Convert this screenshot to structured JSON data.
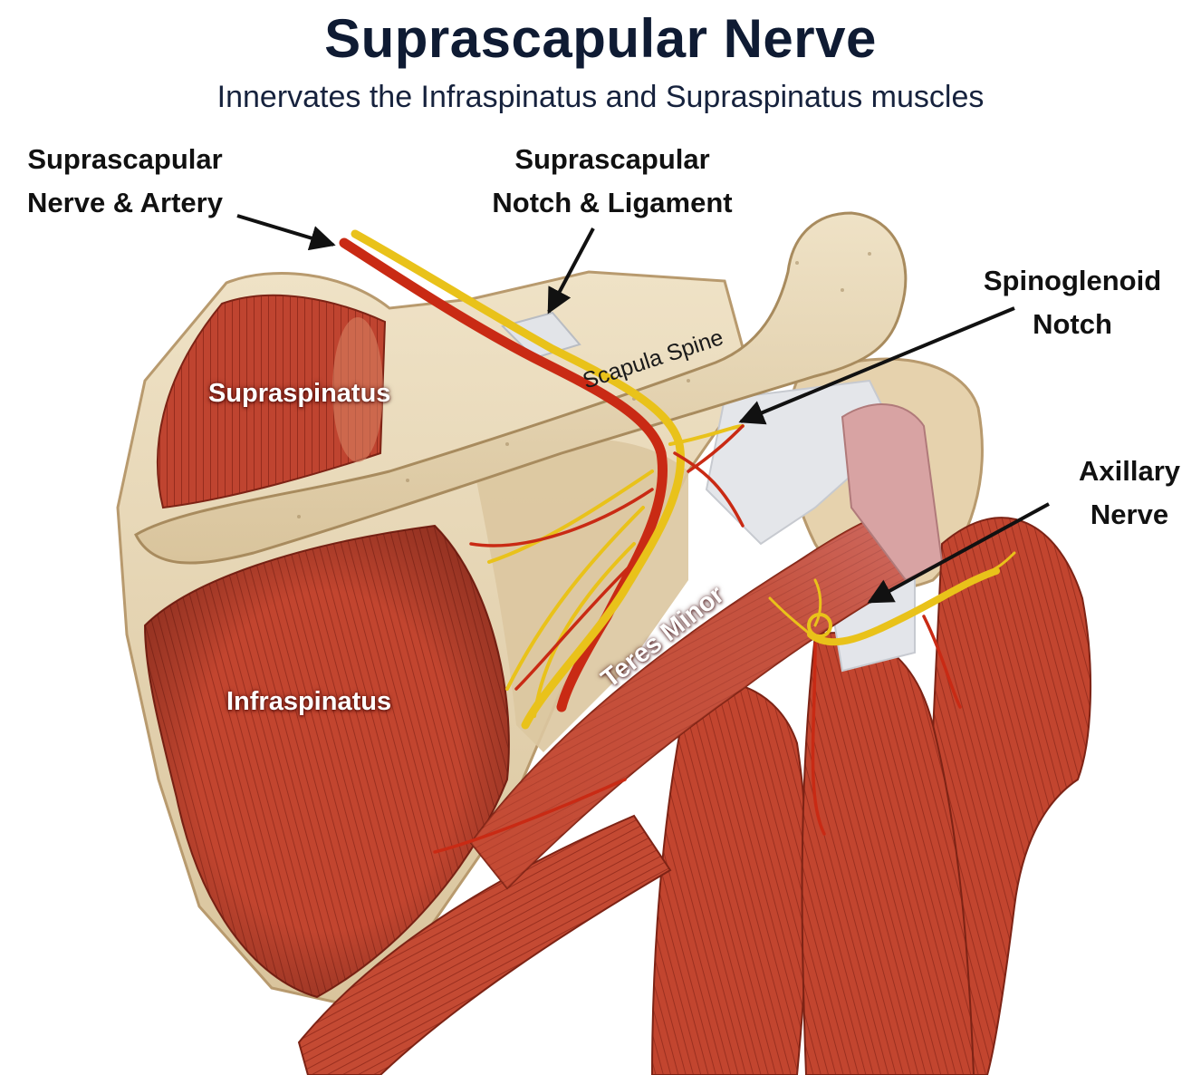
{
  "title": "Suprascapular Nerve",
  "subtitle": "Innervates the Infraspinatus and Supraspinatus muscles",
  "callouts": {
    "nerve_artery": {
      "line1": "Suprascapular",
      "line2": "Nerve & Artery"
    },
    "notch_ligament": {
      "line1": "Suprascapular",
      "line2": "Notch & Ligament"
    },
    "spinoglenoid": {
      "line1": "Spinoglenoid",
      "line2": "Notch"
    },
    "axillary": {
      "line1": "Axillary",
      "line2": "Nerve"
    }
  },
  "structures": {
    "supraspinatus": "Supraspinatus",
    "infraspinatus": "Infraspinatus",
    "teres_minor": "Teres Minor",
    "scapula_spine": "Scapula Spine"
  },
  "colors": {
    "muscle": "#c2452f",
    "muscle_dark": "#8e2a1c",
    "bone": "#e8d8b8",
    "nerve": "#e9c21a",
    "artery": "#c92a14",
    "tendon": "#e4e6ea"
  }
}
